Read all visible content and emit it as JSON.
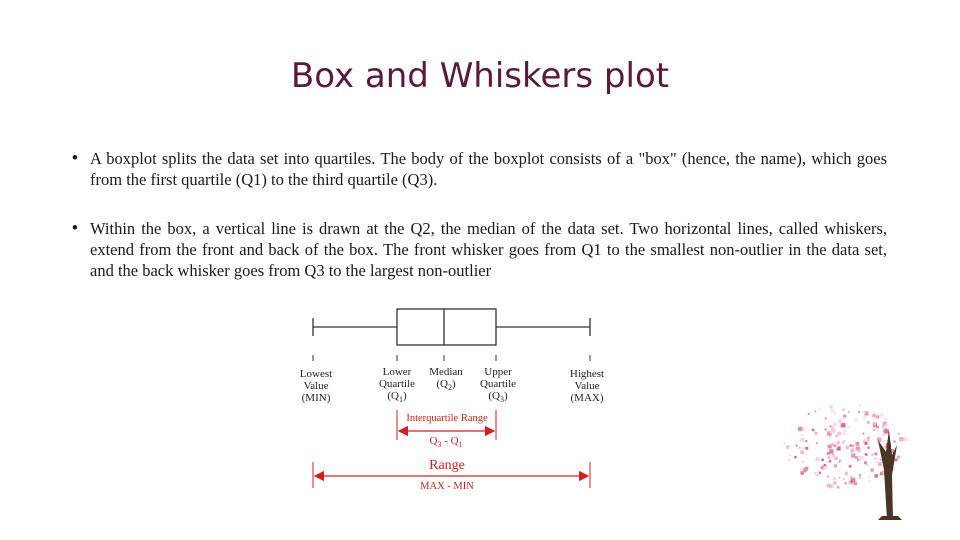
{
  "slide": {
    "title": "Box and Whiskers plot",
    "bullets": [
      {
        "text": "A boxplot splits the data set into quartiles. The body of the boxplot consists of a \"box\" (hence, the name), which goes from the first quartile (Q1) to the third quartile (Q3)."
      },
      {
        "text": "Within the box, a vertical line is drawn at the Q2, the median of the data set. Two horizontal lines, called whiskers, extend from the front and back of the box. The front whisker goes from Q1 to the smallest non-outlier in the data set, and the back whisker goes from Q3 to the largest non-outlier"
      }
    ]
  },
  "diagram": {
    "labels": {
      "min": {
        "l1": "Lowest",
        "l2": "Value",
        "l3": "(MIN)"
      },
      "q1": {
        "l1": "Lower",
        "l2": "Quartile",
        "l3": "(Q",
        "sub": "1",
        "close": ")"
      },
      "median": {
        "l1": "Median",
        "l2": "(Q",
        "sub": "2",
        "close": ")"
      },
      "q3": {
        "l1": "Upper",
        "l2": "Quartile",
        "l3": "(Q",
        "sub": "3",
        "close": ")"
      },
      "max": {
        "l1": "Highest",
        "l2": "Value",
        "l3": "(MAX)"
      }
    },
    "iqr": {
      "label": "Interquartile Range",
      "q3": "Q",
      "q3_sub": "3",
      "minus": " -  Q",
      "q1_sub": "1"
    },
    "range": {
      "label": "Range",
      "formula": "MAX  -  MIN"
    },
    "colors": {
      "annotation": "#d02020",
      "box": "#333333"
    }
  }
}
